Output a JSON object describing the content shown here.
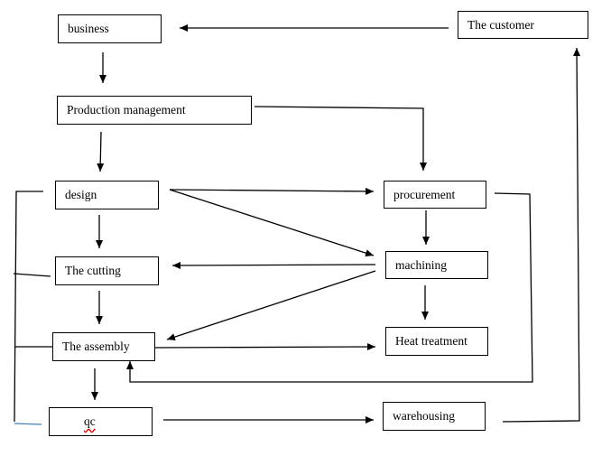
{
  "diagram": {
    "nodes": {
      "business": "business",
      "customer": "The customer",
      "production": "Production management",
      "design": "design",
      "procurement": "procurement",
      "cutting": "The cutting",
      "machining": "machining",
      "assembly": "The assembly",
      "heat": "Heat treatment",
      "qc": "qc",
      "warehousing": "warehousing"
    }
  }
}
